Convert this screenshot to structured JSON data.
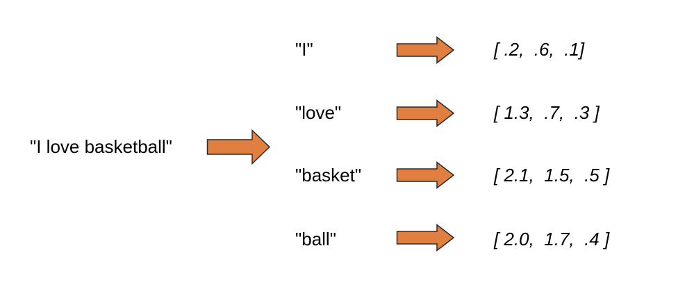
{
  "diagram": {
    "input_sentence": "\"I love basketball\"",
    "arrow_color": "#E07F40",
    "arrow_outline_color": "#2B2B2B",
    "arrow_icon": "right-arrow-icon",
    "rows": [
      {
        "token": "\"I\"",
        "vector": "[ .2,  .6,  .1]"
      },
      {
        "token": "\"love\"",
        "vector": "[ 1.3,  .7,  .3 ]"
      },
      {
        "token": "\"basket\"",
        "vector": "[ 2.1,  1.5,  .5 ]"
      },
      {
        "token": "\"ball\"",
        "vector": "[ 2.0,  1.7,  .4 ]"
      }
    ]
  }
}
